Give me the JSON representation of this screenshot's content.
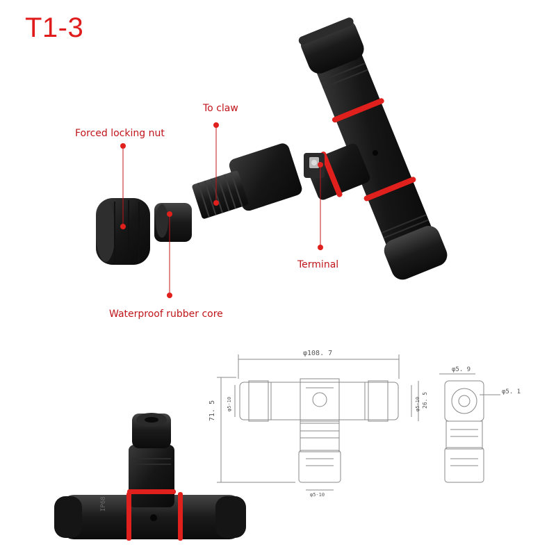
{
  "title": "T1-3",
  "labels": {
    "forced_locking_nut": "Forced locking nut",
    "to_claw": "To claw",
    "terminal": "Terminal",
    "waterproof_rubber_core": "Waterproof rubber core"
  },
  "drawing": {
    "overall_length": "φ108. 7",
    "height": "71. 5",
    "side_diameter_top": "φ5. 9",
    "side_diameter_right": "φ5. 1",
    "cable_range_left": "φ5-10",
    "cable_range_right": "φ5-10",
    "cable_range_bottom": "φ5-10",
    "body_height": "26. 5"
  },
  "product_marking": "IP68",
  "colors": {
    "accent_red": "#e01b1b",
    "callout_red": "#c0141a",
    "body_black": "#1c1c1c",
    "seal_red": "#e0201c"
  }
}
